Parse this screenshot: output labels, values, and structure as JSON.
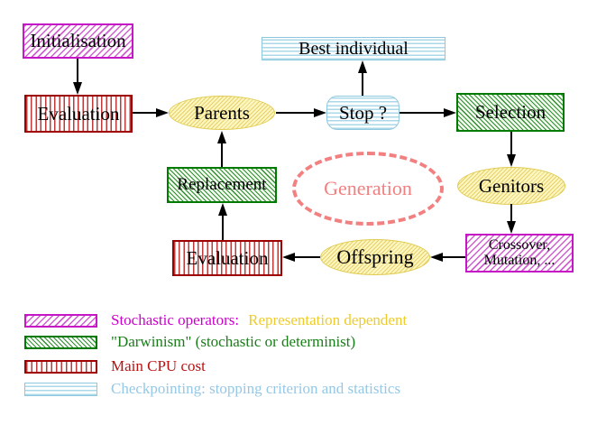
{
  "diagram": {
    "title_hint": "Evolutionary algorithm generation loop",
    "nodes": {
      "initialisation": {
        "label": "Initialisation",
        "pattern": "magenta-diagonal-hatch"
      },
      "evaluation_top": {
        "label": "Evaluation",
        "pattern": "red-vertical-stripes"
      },
      "best_individual": {
        "label": "Best individual",
        "pattern": "cyan-horizontal-stripes"
      },
      "parents": {
        "label": "Parents",
        "pattern": "yellow-hatch-ellipse"
      },
      "stop": {
        "label": "Stop ?",
        "pattern": "cyan-horizontal-stripes"
      },
      "selection": {
        "label": "Selection",
        "pattern": "green-diagonal-hatch"
      },
      "replacement": {
        "label": "Replacement",
        "pattern": "green-diagonal-hatch"
      },
      "generation": {
        "label": "Generation",
        "pattern": "dashed-salmon-ellipse"
      },
      "genitors": {
        "label": "Genitors",
        "pattern": "yellow-hatch-ellipse"
      },
      "crossover": {
        "label_line1": "Crossover,",
        "label_line2": "Mutation, ...",
        "pattern": "magenta-diagonal-hatch"
      },
      "evaluation_bottom": {
        "label": "Evaluation",
        "pattern": "red-vertical-stripes"
      },
      "offspring": {
        "label": "Offspring",
        "pattern": "yellow-hatch-ellipse"
      }
    },
    "colors": {
      "magenta": "#cc00cc",
      "yellow_text": "#eecb2a",
      "green": "#1a7d1a",
      "red": "#bb1111",
      "light_blue": "#96c8e6",
      "salmon": "#f28080",
      "arrow": "#000000",
      "yellow_fill": "#fcf6bf"
    },
    "legend": {
      "items": [
        {
          "swatch": "magenta-diagonal-hatch",
          "text": "Stochastic operators:",
          "text2": "Representation dependent"
        },
        {
          "swatch": "green-diagonal-hatch",
          "text": "\"Darwinism\" (stochastic or determinist)",
          "text2": ""
        },
        {
          "swatch": "red-vertical-stripes",
          "text": "Main CPU cost",
          "text2": ""
        },
        {
          "swatch": "cyan-horizontal-stripes",
          "text": "Checkpointing: stopping criterion and statistics",
          "text2": ""
        }
      ]
    }
  }
}
